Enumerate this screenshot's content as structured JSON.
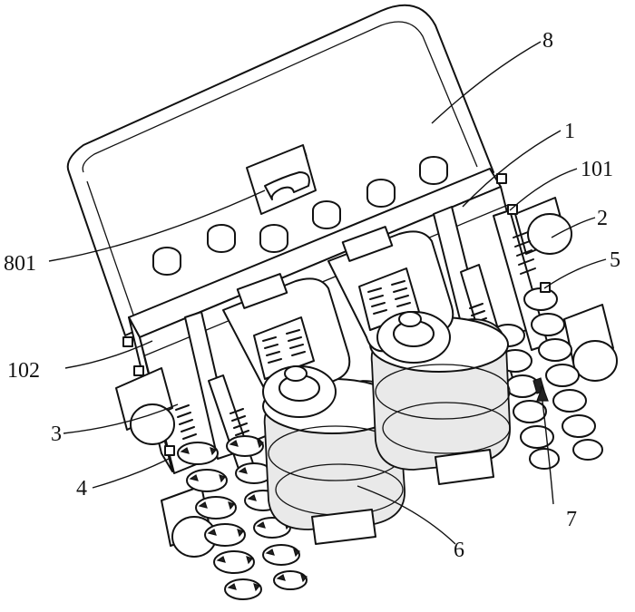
{
  "labels": {
    "l8": "8",
    "l1": "1",
    "l101": "101",
    "l2": "2",
    "l5": "5",
    "l801": "801",
    "l102": "102",
    "l3": "3",
    "l4": "4",
    "l6": "6",
    "l7": "7"
  }
}
